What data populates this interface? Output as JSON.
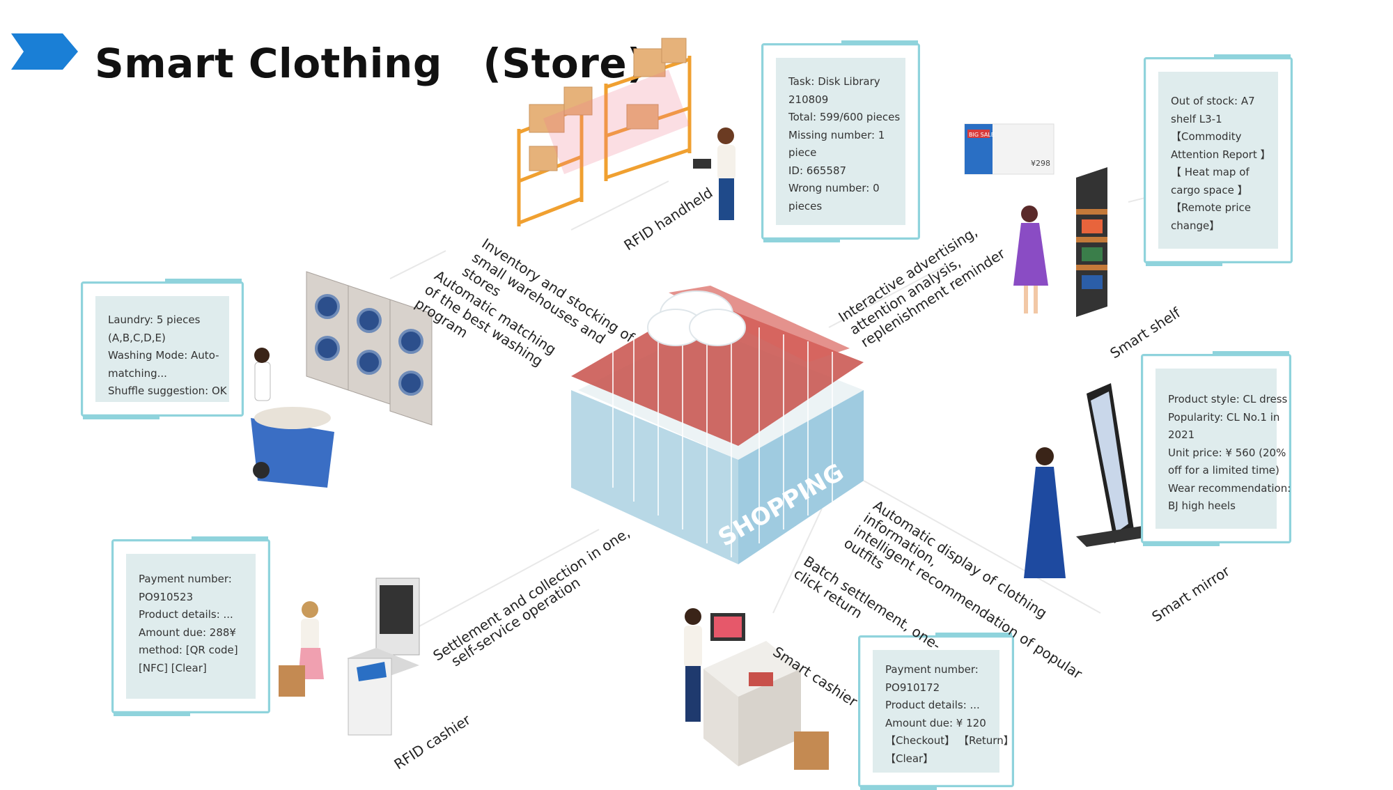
{
  "title": "Smart Clothing　(Store)",
  "colors": {
    "accent": "#1a7fd6",
    "card_border": "#8fd3dc",
    "card_fill": "#dfeced",
    "roof_red": "#c8504a"
  },
  "store_sign": "SHOPPING",
  "cards": {
    "inventory": [
      "Task: Disk Library",
      "210809",
      "Total: 599/600 pieces",
      "Missing number: 1",
      "piece",
      "ID: 665587",
      "Wrong number: 0",
      "pieces"
    ],
    "shelf": [
      "Out of stock: A7",
      "shelf L3-1",
      "【Commodity",
      "Attention Report 】",
      "【 Heat map of",
      "cargo space 】",
      "【Remote price",
      "change】"
    ],
    "laundry": [
      "Laundry: 5 pieces",
      "(A,B,C,D,E)",
      "Washing Mode: Auto-",
      "matching...",
      "Shuffle suggestion: OK"
    ],
    "mirror": [
      "Product style: CL dress",
      "Popularity: CL No.1 in",
      "2021",
      "Unit price: ¥ 560 (20%",
      "off for a limited time)",
      "Wear recommendation:",
      "BJ high heels"
    ],
    "rfid_cashier": [
      "Payment number:",
      "PO910523",
      "Product details: ...",
      "Amount due: 288¥",
      "method: [QR code]",
      "[NFC] [Clear]"
    ],
    "smart_cashier": [
      "Payment number:",
      "PO910172",
      "Product details: ...",
      "Amount due: ¥ 120",
      "【Checkout】 【Return】",
      "【Clear】"
    ]
  },
  "labels": {
    "rfid_handheld": "RFID handheld",
    "inventory_l1": "Inventory and stocking of",
    "inventory_l2": "small warehouses and",
    "inventory_l3": "stores",
    "washing_l1": "Automatic matching",
    "washing_l2": "of the best washing",
    "washing_l3": "program",
    "advert_l1": "Interactive advertising,",
    "advert_l2": "attention analysis,",
    "advert_l3": "replenishment reminder",
    "smart_shelf": "Smart shelf",
    "display_l1": "Automatic display of clothing",
    "display_l2": "information,",
    "display_l3": "intelligent recommendation of popular",
    "display_l4": "outfits",
    "smart_mirror": "Smart mirror",
    "batch_l1": "Batch settlement, one-",
    "batch_l2": "click return",
    "smart_cashier": "Smart cashier",
    "settle_l1": "Settlement and collection in one,",
    "settle_l2": "self-service operation",
    "rfid_cashier": "RFID cashier"
  },
  "price_tag": "¥298",
  "sale_badge": "BIG SALE"
}
